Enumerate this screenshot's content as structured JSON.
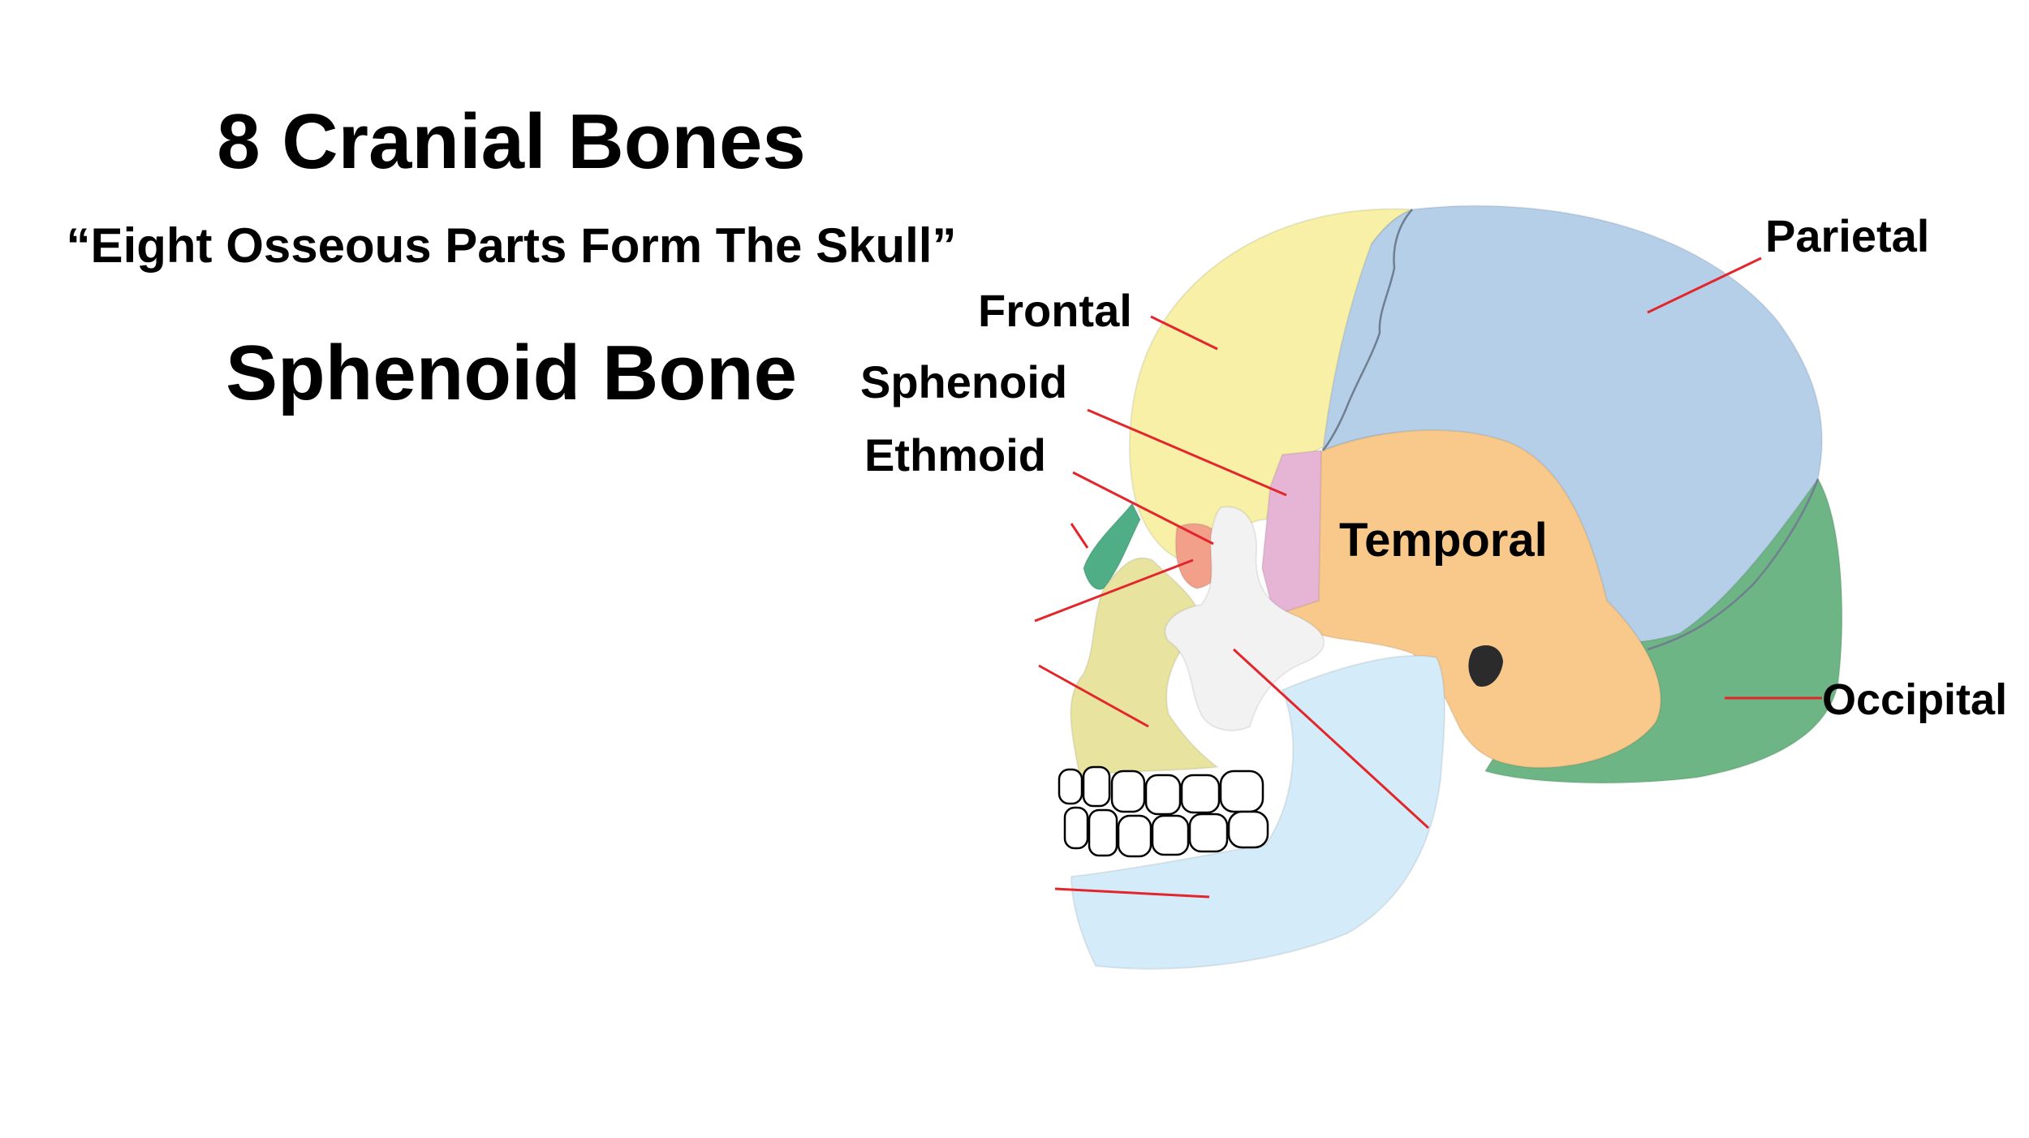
{
  "slide": {
    "title": "8 Cranial Bones",
    "mnemonic": "“Eight Osseous Parts Form The Skull”",
    "subtitle": "Sphenoid Bone"
  },
  "labels": {
    "parietal": "Parietal",
    "frontal": "Frontal",
    "sphenoid": "Sphenoid",
    "ethmoid": "Ethmoid",
    "temporal": "Temporal",
    "occipital": "Occipital"
  },
  "colors": {
    "frontal": "#f7f0a6",
    "parietal": "#b5cfe9",
    "temporal": "#f8c98a",
    "occipital": "#6db584",
    "sphenoid": "#e6b5d6",
    "ethmoid": "#f2a08a",
    "nasal": "#4fae86",
    "zygomatic": "#f2f2f2",
    "maxilla": "#e8e4a0",
    "mandible": "#d4ebf9",
    "leader_line": "#e3262b"
  }
}
